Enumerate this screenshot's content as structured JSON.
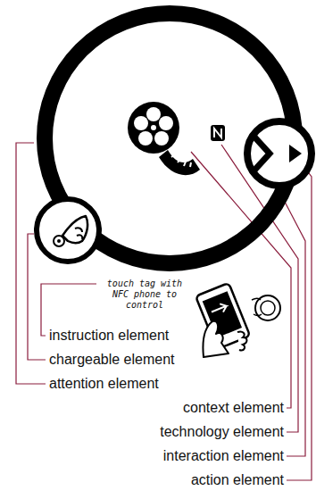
{
  "diagram": {
    "labels": [
      "touch tag with NFC phone to control",
      "instruction element",
      "chargeable element",
      "attention element",
      "context element",
      "technology element",
      "interaction element",
      "action element"
    ]
  }
}
